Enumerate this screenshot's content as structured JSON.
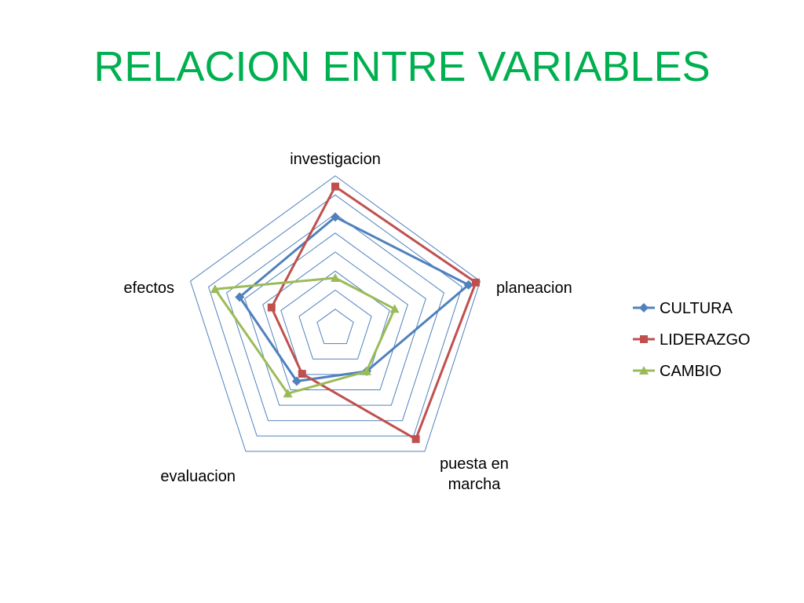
{
  "slide": {
    "title": "RELACION ENTRE VARIABLES"
  },
  "chart_data": {
    "type": "radar",
    "title": "",
    "categories": [
      "investigacion",
      "planeacion",
      "puesta en marcha",
      "evaluacion",
      "efectos"
    ],
    "rlim": [
      0,
      10
    ],
    "rings": 8,
    "grid": true,
    "grid_color": "#4f81bd",
    "legend_position": "right",
    "series": [
      {
        "name": "CULTURA",
        "values": [
          7.3,
          9.2,
          3.5,
          4.3,
          6.6
        ],
        "color": "#4f81bd",
        "marker": "diamond"
      },
      {
        "name": "LIDERAZGO",
        "values": [
          9.3,
          9.7,
          9.0,
          3.7,
          4.4
        ],
        "color": "#c0504d",
        "marker": "square"
      },
      {
        "name": "CAMBIO",
        "values": [
          3.3,
          4.1,
          3.5,
          5.3,
          8.3
        ],
        "color": "#9bbb59",
        "marker": "triangle"
      }
    ]
  }
}
